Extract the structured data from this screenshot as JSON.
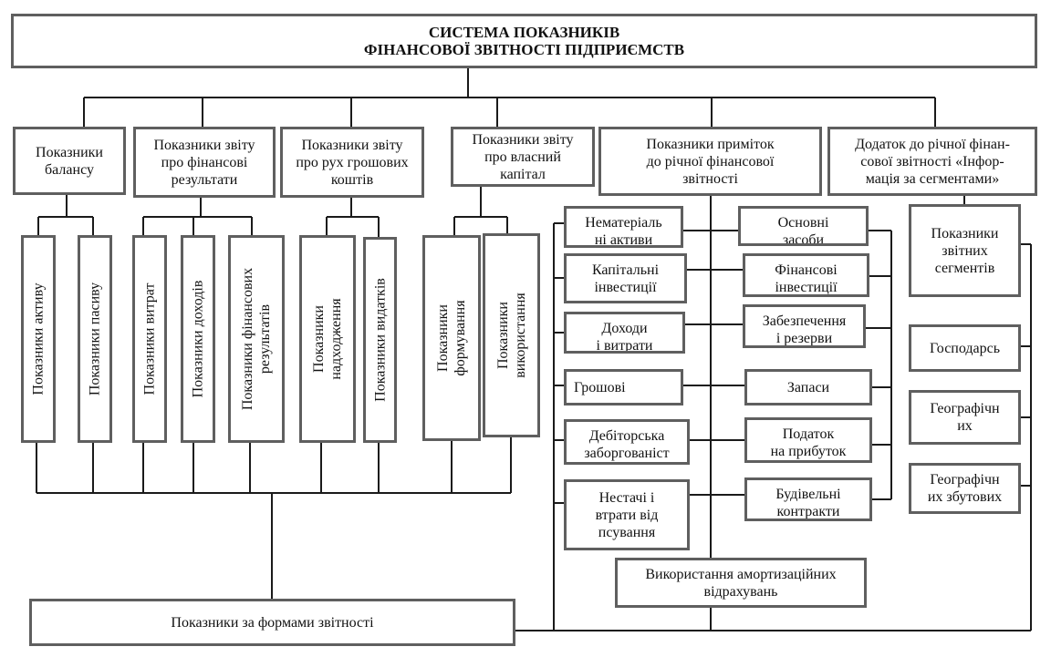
{
  "title": {
    "line1": "СИСТЕМА ПОКАЗНИКІВ",
    "line2": "ФІНАНСОВОЇ ЗВІТНОСТІ ПІДПРИЄМСТВ"
  },
  "top": {
    "balance": "Показники\nбалансу",
    "fin_results": "Показники звіту\nпро фінансові\nрезультати",
    "cash_flow": "Показники звіту\nпро рух грошових\nкоштів",
    "equity": "Показники звіту\nпро власний\nкапітал",
    "notes": "Показники приміток\nдо річної фінансової\nзвітності",
    "segments_appendix": "Додаток до річної фінан-\nсової звітності «Інфор-\nмація за сегментами»"
  },
  "vertical": {
    "assets": "Показники активу",
    "liabilities": "Показники пасиву",
    "expenses": "Показники витрат",
    "incomes": "Показники доходів",
    "fin_results": "Показники фінансових\nрезультатів",
    "inflow": "Показники\nнадходження",
    "outflow": "Показники видатків",
    "formation": "Показники\nформування",
    "usage": "Показники\nвикористання"
  },
  "notes_left": {
    "intangible": "Нематеріаль\nні активи",
    "capital_inv": "Капітальні\nінвестиції",
    "income_exp": "Доходи\nі витрати",
    "cash": "Грошові",
    "receivables": "Дебіторська\nзаборгованіст",
    "shortages": "Нестачі і\nвтрати від\nпсування"
  },
  "notes_right": {
    "fixed_assets": "Основні\nзасоби",
    "fin_inv": "Фінансові\nінвестиції",
    "provisions": "Забезпечення\nі резерви",
    "inventory": "Запаси",
    "income_tax": "Податок\nна прибуток",
    "construction": "Будівельні\nконтракти"
  },
  "amortization": "Використання амортизаційних\nвідрахувань",
  "segments": {
    "reporting": "Показники\nзвітних\nсегментів",
    "business": "Господарсь",
    "geographic": "Географічн\nих",
    "geographic_sales": "Географічн\nих збутових"
  },
  "bottom": "Показники за формами звітності"
}
